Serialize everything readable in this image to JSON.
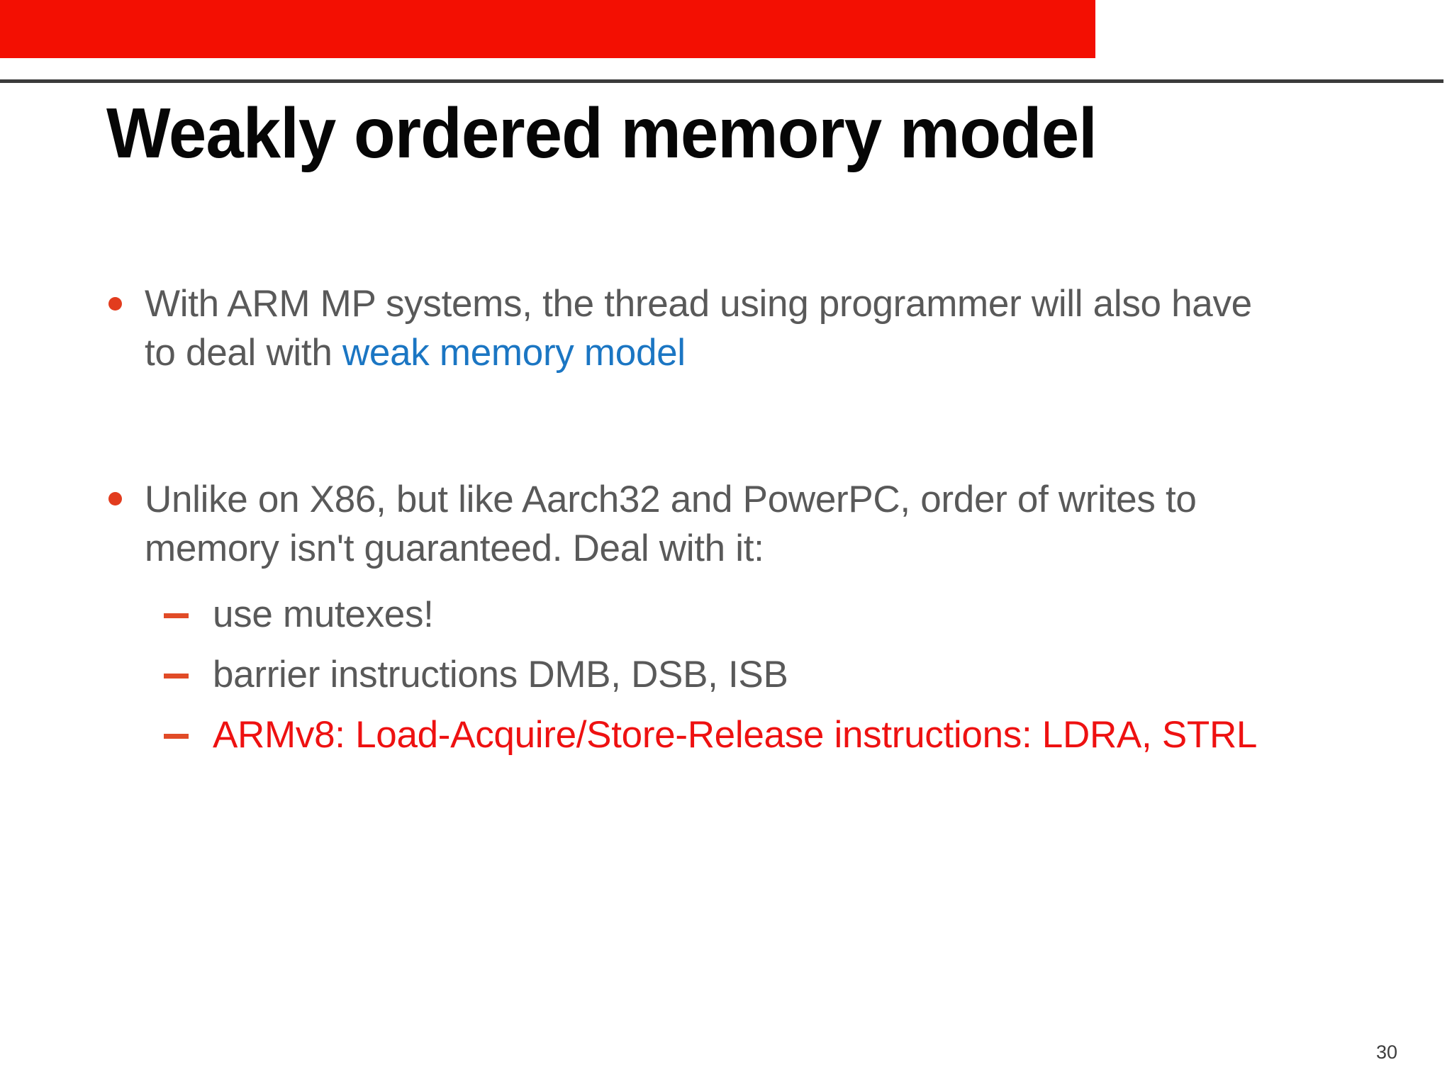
{
  "slide": {
    "title": "Weakly ordered memory model",
    "page_number": "30"
  },
  "top_bar": {
    "description": "partial-width red banner strip at top of frame",
    "color": "#f30f02",
    "width_pct": 75
  },
  "divider": {
    "color": "#3b3b3b"
  },
  "colors": {
    "title_text": "#060606",
    "body_text": "#595959",
    "bullet_marker": "#e23c1e",
    "dash_marker": "#e14b27",
    "link_blue": "#1b76c3",
    "alert_red": "#ee1111",
    "page_number": "#3e3e3e",
    "background": "#ffffff"
  },
  "icons": {
    "bullet": "filled-circle",
    "sub_bullet": "horizontal-dash"
  },
  "bullets": [
    {
      "marker": "dot",
      "line1": "With ARM MP systems, the thread using programmer will also have",
      "line2_gray": "to deal with ",
      "line2_blue": "weak memory model"
    },
    {
      "marker": "dot",
      "line1": "Unlike on X86, but like Aarch32 and PowerPC, order of writes to",
      "line2": "memory isn't guaranteed. Deal with it:",
      "sub_items": [
        {
          "marker": "dash",
          "text": "use mutexes!",
          "color": "gray"
        },
        {
          "marker": "dash",
          "text": "barrier instructions DMB, DSB, ISB",
          "color": "gray"
        },
        {
          "marker": "dash",
          "text": "ARMv8: Load-Acquire/Store-Release instructions: LDRA, STRL",
          "color": "red"
        }
      ]
    }
  ]
}
